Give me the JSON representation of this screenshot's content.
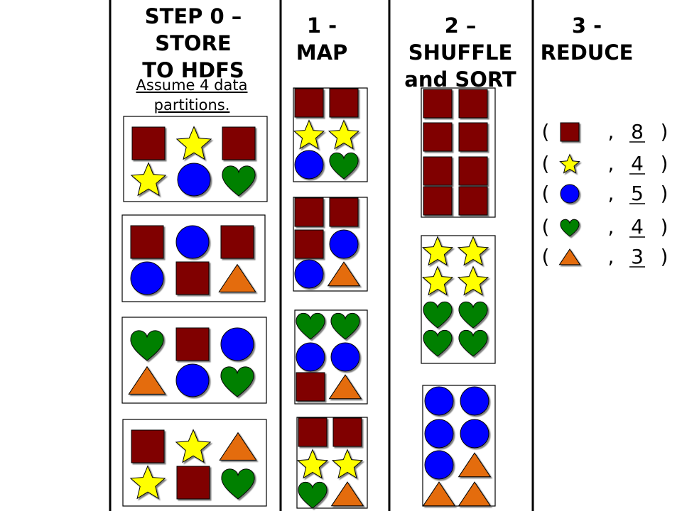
{
  "steps": [
    {
      "lines": [
        "STEP 0 –",
        "STORE",
        "TO HDFS"
      ],
      "note": [
        "Assume 4 data",
        "partitions."
      ]
    },
    {
      "lines": [
        "1 -",
        "MAP"
      ]
    },
    {
      "lines": [
        "2 –",
        "SHUFFLE",
        "and SORT"
      ]
    },
    {
      "lines": [
        "3 -",
        "REDUCE"
      ]
    }
  ],
  "colors": {
    "square": "#800000",
    "star": "#ffff00",
    "circle": "#0000ff",
    "heart": "#008000",
    "triangle": "#e46c0a",
    "outline": "#000000"
  },
  "shapes": [
    "square",
    "star",
    "circle",
    "heart",
    "triangle"
  ],
  "partitions": [
    [
      "square",
      "star",
      "square",
      "star",
      "circle",
      "heart"
    ],
    [
      "square",
      "circle",
      "square",
      "circle",
      "square",
      "triangle"
    ],
    [
      "heart",
      "square",
      "circle",
      "triangle",
      "circle",
      "heart"
    ],
    [
      "square",
      "star",
      "triangle",
      "star",
      "square",
      "heart"
    ]
  ],
  "map_outputs": [
    [
      "square",
      "square",
      "star",
      "star",
      "circle",
      "heart"
    ],
    [
      "square",
      "square",
      "square",
      "circle",
      "circle",
      "triangle"
    ],
    [
      "heart",
      "heart",
      "circle",
      "circle",
      "square",
      "triangle"
    ],
    [
      "square",
      "square",
      "star",
      "star",
      "heart",
      "triangle"
    ]
  ],
  "shuffle_groups": [
    [
      "square",
      "square",
      "square",
      "square",
      "square",
      "square",
      "square",
      "square"
    ],
    [
      "star",
      "star",
      "star",
      "star",
      "heart",
      "heart",
      "heart",
      "heart"
    ],
    [
      "circle",
      "circle",
      "circle",
      "circle",
      "circle",
      "triangle",
      "triangle",
      "triangle"
    ]
  ],
  "reduce_results": [
    {
      "shape": "square",
      "count": "8"
    },
    {
      "shape": "star",
      "count": "4"
    },
    {
      "shape": "circle",
      "count": "5"
    },
    {
      "shape": "heart",
      "count": "4"
    },
    {
      "shape": "triangle",
      "count": "3"
    }
  ],
  "punctuation": {
    "open": "(",
    "comma": ",",
    "close": ")"
  }
}
